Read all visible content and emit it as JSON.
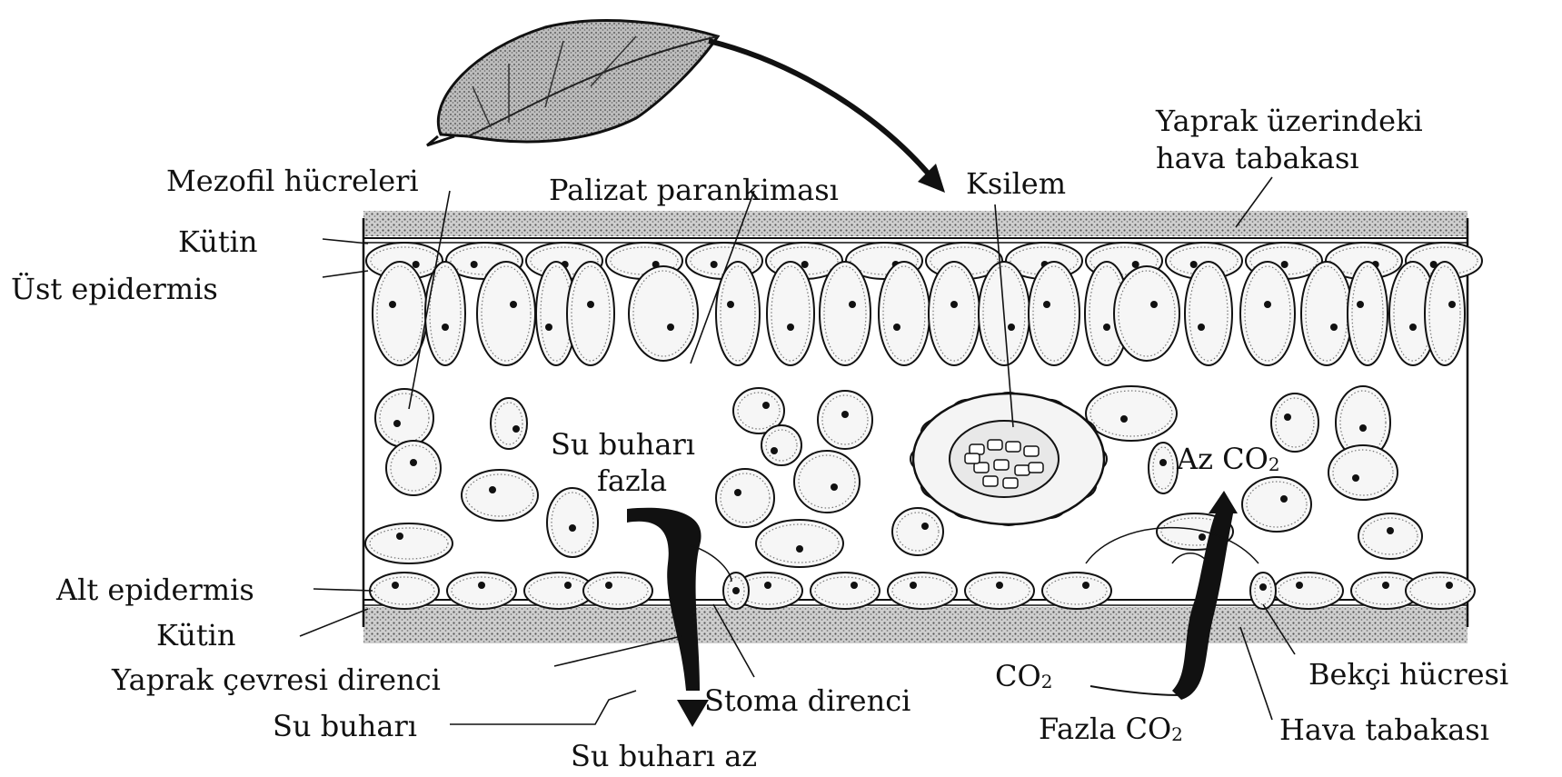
{
  "labels": {
    "mezofil": "Mezofil hücreleri",
    "palizat": "Palizat parankiması",
    "ksilem": "Ksilem",
    "yaprak_uzerindeki_1": "Yaprak üzerindeki",
    "yaprak_uzerindeki_2": "hava tabakası",
    "kutin_top": "Kütin",
    "ust_epidermis": "Üst epidermis",
    "su_buhari_fazla_1": "Su buharı",
    "su_buhari_fazla_2": "fazla",
    "az_co2": "Az CO",
    "az_co2_sub": "2",
    "alt_epidermis": "Alt epidermis",
    "kutin_bottom": "Kütin",
    "yaprak_cevresi": "Yaprak çevresi direnci",
    "su_buhari": "Su buharı",
    "stoma_direnci": "Stoma direnci",
    "su_buhari_az": "Su buharı az",
    "co2": "CO",
    "co2_sub": "2",
    "fazla_co2": "Fazla CO",
    "fazla_co2_sub": "2",
    "bekci": "Bekçi hücresi",
    "hava_tabakasi": "Hava tabakası"
  },
  "colors": {
    "ink": "#111111",
    "cell_fill": "#f4f4f4",
    "stipple": "#777777",
    "air_layer": "#9a9a9a"
  }
}
